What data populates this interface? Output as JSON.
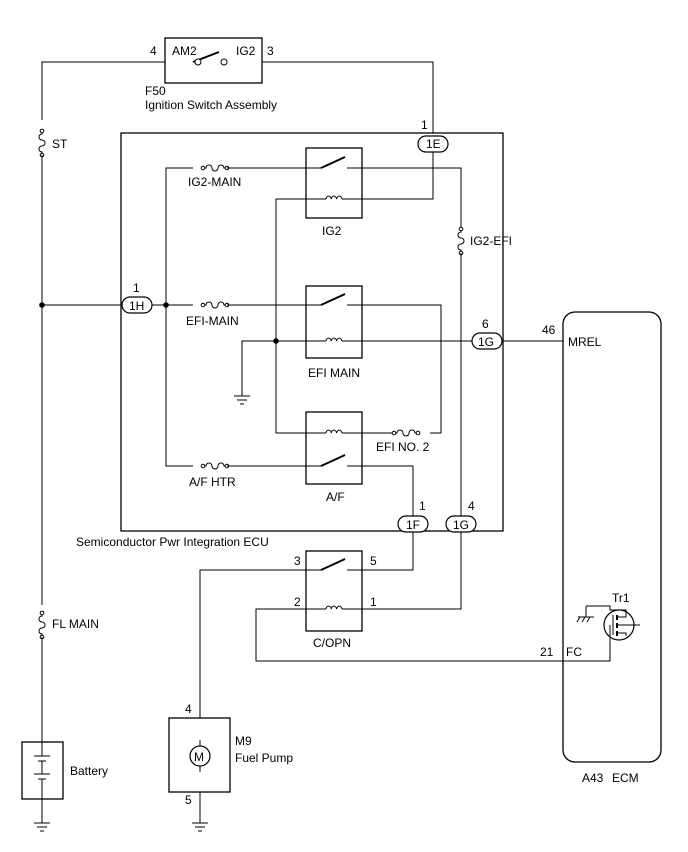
{
  "ignition_switch": {
    "am2": "AM2",
    "ig2": "IG2",
    "pin_am2": "4",
    "pin_ig2": "3",
    "code": "F50",
    "name": "Ignition Switch Assembly"
  },
  "ecu": {
    "name": "Semiconductor Pwr Integration ECU",
    "connectors": {
      "c1e": "1E",
      "c1h": "1H",
      "c1g_top": "1G",
      "c1f": "1F",
      "c1g_bottom": "1G"
    },
    "pins": {
      "p1e": "1",
      "p1h": "1",
      "p1g_top": "6",
      "p1f": "1",
      "p1g_bottom": "4"
    },
    "fuses": {
      "ig2_main": "IG2-MAIN",
      "ig2_efi": "IG2-EFI",
      "efi_main": "EFI-MAIN",
      "af_htr": "A/F HTR",
      "efi_no2": "EFI NO. 2"
    },
    "relays": {
      "ig2": "IG2",
      "efi_main": "EFI MAIN",
      "af": "A/F"
    }
  },
  "fuses_external": {
    "st": "ST",
    "fl_main": "FL MAIN"
  },
  "battery": {
    "label": "Battery"
  },
  "copn_relay": {
    "label": "C/OPN",
    "pin3": "3",
    "pin5": "5",
    "pin2": "2",
    "pin1": "1"
  },
  "fuel_pump": {
    "code": "M9",
    "name": "Fuel Pump",
    "pin_top": "4",
    "pin_bottom": "5",
    "symbol": "M"
  },
  "ecm": {
    "code": "A43",
    "name": "ECM",
    "mrel_pin": "46",
    "mrel": "MREL",
    "fc_pin": "21",
    "fc": "FC",
    "tr1": "Tr1"
  }
}
